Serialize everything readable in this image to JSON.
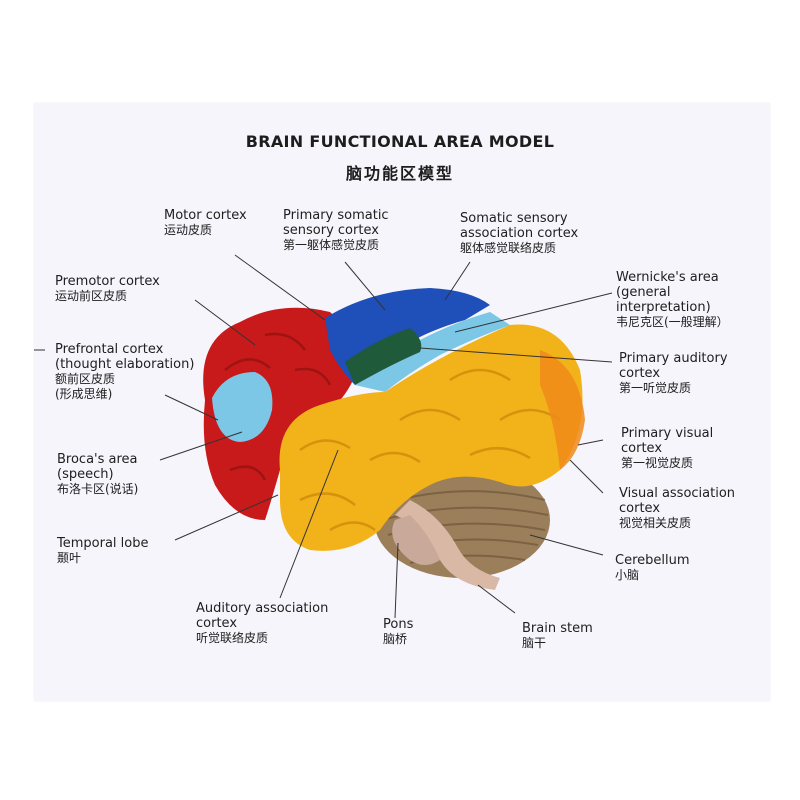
{
  "title": {
    "en": "BRAIN FUNCTIONAL AREA MODEL",
    "zh": "脑功能区模型"
  },
  "labels": {
    "motor_cortex": {
      "en1": "Motor cortex",
      "zh1": "运动皮质"
    },
    "primary_somatic": {
      "en1": "Primary somatic",
      "en2": "sensory cortex",
      "zh1": "第一躯体感觉皮质"
    },
    "somatic_assoc": {
      "en1": "Somatic sensory",
      "en2": "association cortex",
      "zh1": "躯体感觉联络皮质"
    },
    "premotor": {
      "en1": "Premotor cortex",
      "zh1": "运动前区皮质"
    },
    "wernicke": {
      "en1": "Wernicke's area",
      "en2": "(general",
      "en3": "interpretation)",
      "zh1": "韦尼克区(一般理解）"
    },
    "prefrontal": {
      "en1": "Prefrontal cortex",
      "en2": "(thought elaboration)",
      "zh1": "额前区皮质",
      "zh2": "(形成思维)"
    },
    "primary_auditory": {
      "en1": "Primary auditory",
      "en2": "cortex",
      "zh1": "第一听觉皮质"
    },
    "primary_visual": {
      "en1": "Primary visual",
      "en2": "cortex",
      "zh1": "第一视觉皮质"
    },
    "broca": {
      "en1": "Broca's area",
      "en2": "(speech)",
      "zh1": "布洛卡区(说话)"
    },
    "visual_assoc": {
      "en1": "Visual association",
      "en2": "cortex",
      "zh1": "视觉相关皮质"
    },
    "temporal": {
      "en1": "Temporal lobe",
      "zh1": "颞叶"
    },
    "cerebellum": {
      "en1": "Cerebellum",
      "zh1": "小脑"
    },
    "auditory_assoc": {
      "en1": "Auditory association",
      "en2": "cortex",
      "zh1": "听觉联络皮质"
    },
    "pons": {
      "en1": "Pons",
      "zh1": "脑桥"
    },
    "brain_stem": {
      "en1": "Brain stem",
      "zh1": "脑干"
    }
  },
  "colors": {
    "frontal_red": "#c81a1a",
    "motor_blue": "#1f4fb8",
    "light_blue": "#7cc6e6",
    "temporal_yellow": "#f2b21a",
    "dark_green": "#1f5a3a",
    "cerebellum": "#9b7f5a",
    "card_bg": "#f6f5fb"
  }
}
